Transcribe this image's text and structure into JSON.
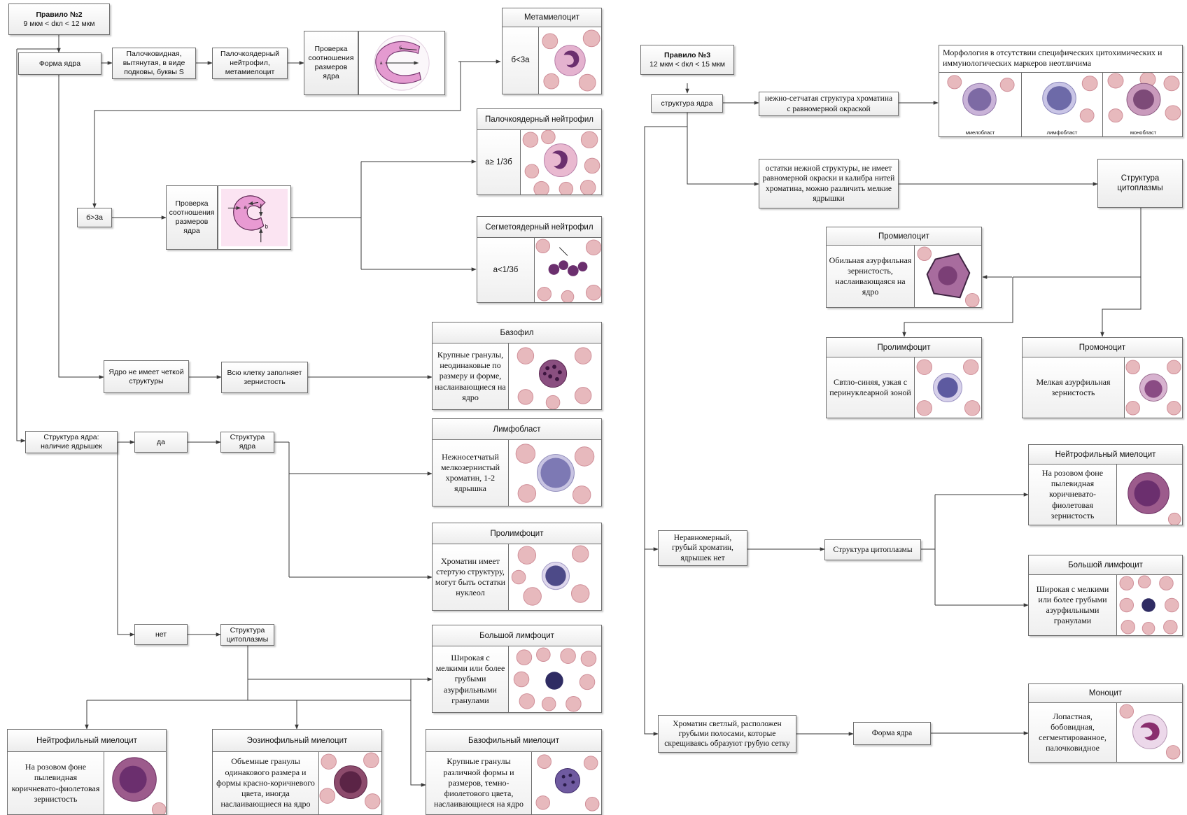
{
  "rule2": {
    "title": "Правило №2",
    "range": "9 мкм < dкл < 12 мкм",
    "nucleus_form": "Форма ядра",
    "rod_shaped": "Палочковидная, вытянутая, в виде подковы, буквы S",
    "band_meta": "Палочкоядерный нейтрофил, метамиелоцит",
    "check_ratio_1": "Проверка соотношения размеров ядра",
    "check_ratio_2": "Проверка соотношения размеров ядра",
    "b_gt_3a": "б>3а",
    "no_structure": "Ядро не имеет четкой структуры",
    "granularity_fills": "Всю клетку заполняет зернистость",
    "nucleus_structure_q": "Структура ядра: наличие ядрышек",
    "yes": "да",
    "no": "нет",
    "nucleus_structure": "Структура ядра",
    "cytoplasm_structure": "Структура цитоплазмы",
    "diagram_letters": {
      "a": "а",
      "b": "б",
      "a2": "a",
      "b2": "b"
    }
  },
  "cells_left": {
    "metamyelocyte": {
      "title": "Метамиелоцит",
      "desc": "б<3а"
    },
    "band_neutrophil": {
      "title": "Палочкоядерный нейтрофил",
      "desc": "а≥ 1/3б"
    },
    "segmented_neutrophil": {
      "title": "Сегметоядерный нейтрофил",
      "desc": "а<1/3б"
    },
    "basophil": {
      "title": "Базофил",
      "desc": "Крупные гранулы, неодинаковые по размеру и форме, наслаивающиеся на ядро"
    },
    "lymphoblast": {
      "title": "Лимфобласт",
      "desc": "Нежносетчатый мелкозернистый хроматин, 1-2 ядрышка"
    },
    "prolymphocyte": {
      "title": "Пролимфоцит",
      "desc": "Хроматин имеет стертую структуру, могут быть остатки нуклеол"
    },
    "large_lymphocyte": {
      "title": "Большой лимфоцит",
      "desc": "Широкая с мелкими или более грубыми азурфильными гранулами"
    },
    "neutrophil_myelocyte": {
      "title": "Нейтрофильный миелоцит",
      "desc": "На розовом фоне пылевидная коричневато-фиолетовая зернистость"
    },
    "eosinophil_myelocyte": {
      "title": "Эозинофильный миелоцит",
      "desc": "Объемные гранулы одинакового размера и формы красно-коричневого цвета, иногда наслаивающиеся на ядро"
    },
    "basophil_myelocyte": {
      "title": "Базофильный миелоцит",
      "desc": "Крупные гранулы различной формы и размеров, темно-фиолетового цвета, наслаивающиеся на ядро"
    }
  },
  "rule3": {
    "title": "Правило №3",
    "range": "12 мкм < dкл < 15 мкм",
    "nucleus_structure": "структура ядра",
    "fine_mesh": "нежно-сетчатая структура хроматина с равномерной окраской",
    "remnants": "остатки нежной структуры, не имеет равномерной окраски и калибра нитей хроматина, можно различить мелкие ядрышки",
    "cytoplasm_structure_1": "Структура цитоплазмы",
    "uneven": "Неравномерный, грубый хроматин, ядрышек нет",
    "cytoplasm_structure_2": "Структура цитоплазмы",
    "light_chromatin": "Хроматин светлый, расположен грубыми полосами, которые скрещиваясь образуют грубую сетку",
    "nucleus_form": "Форма ядра",
    "morphology_header": "Морфология в отсутствии специфических цитохимических и иммунологических маркеров неотличима",
    "blasts": [
      "миелобласт",
      "лимфобласт",
      "монобласт"
    ]
  },
  "cells_right": {
    "promyelocyte": {
      "title": "Промиелоцит",
      "desc": "Обильная азурфильная зернистость, наслаивающаяся на ядро"
    },
    "prolymphocyte": {
      "title": "Пролимфоцит",
      "desc": "Свтло-синяя, узкая с перинуклеарной зоной"
    },
    "promonocyte": {
      "title": "Промоноцит",
      "desc": "Мелкая азурфильная зернистость"
    },
    "neutrophil_myelocyte": {
      "title": "Нейтрофильный миелоцит",
      "desc": "На розовом фоне пылевидная коричневато-фиолетовая зернистость"
    },
    "large_lymphocyte": {
      "title": "Большой лимфоцит",
      "desc": "Широкая с мелкими или более грубыми азурфильными гранулами"
    },
    "monocyte": {
      "title": "Моноцит",
      "desc": "Лопастная, бобовидная, сегментированное, палочковидное"
    }
  },
  "colors": {
    "line": "#3a3a3a",
    "rbc": "#e7b9bd",
    "nucleus_purple": "#6b2f6e",
    "nucleus_blue": "#5b5a9c",
    "cytoplasm_pink": "#c98fb4"
  }
}
